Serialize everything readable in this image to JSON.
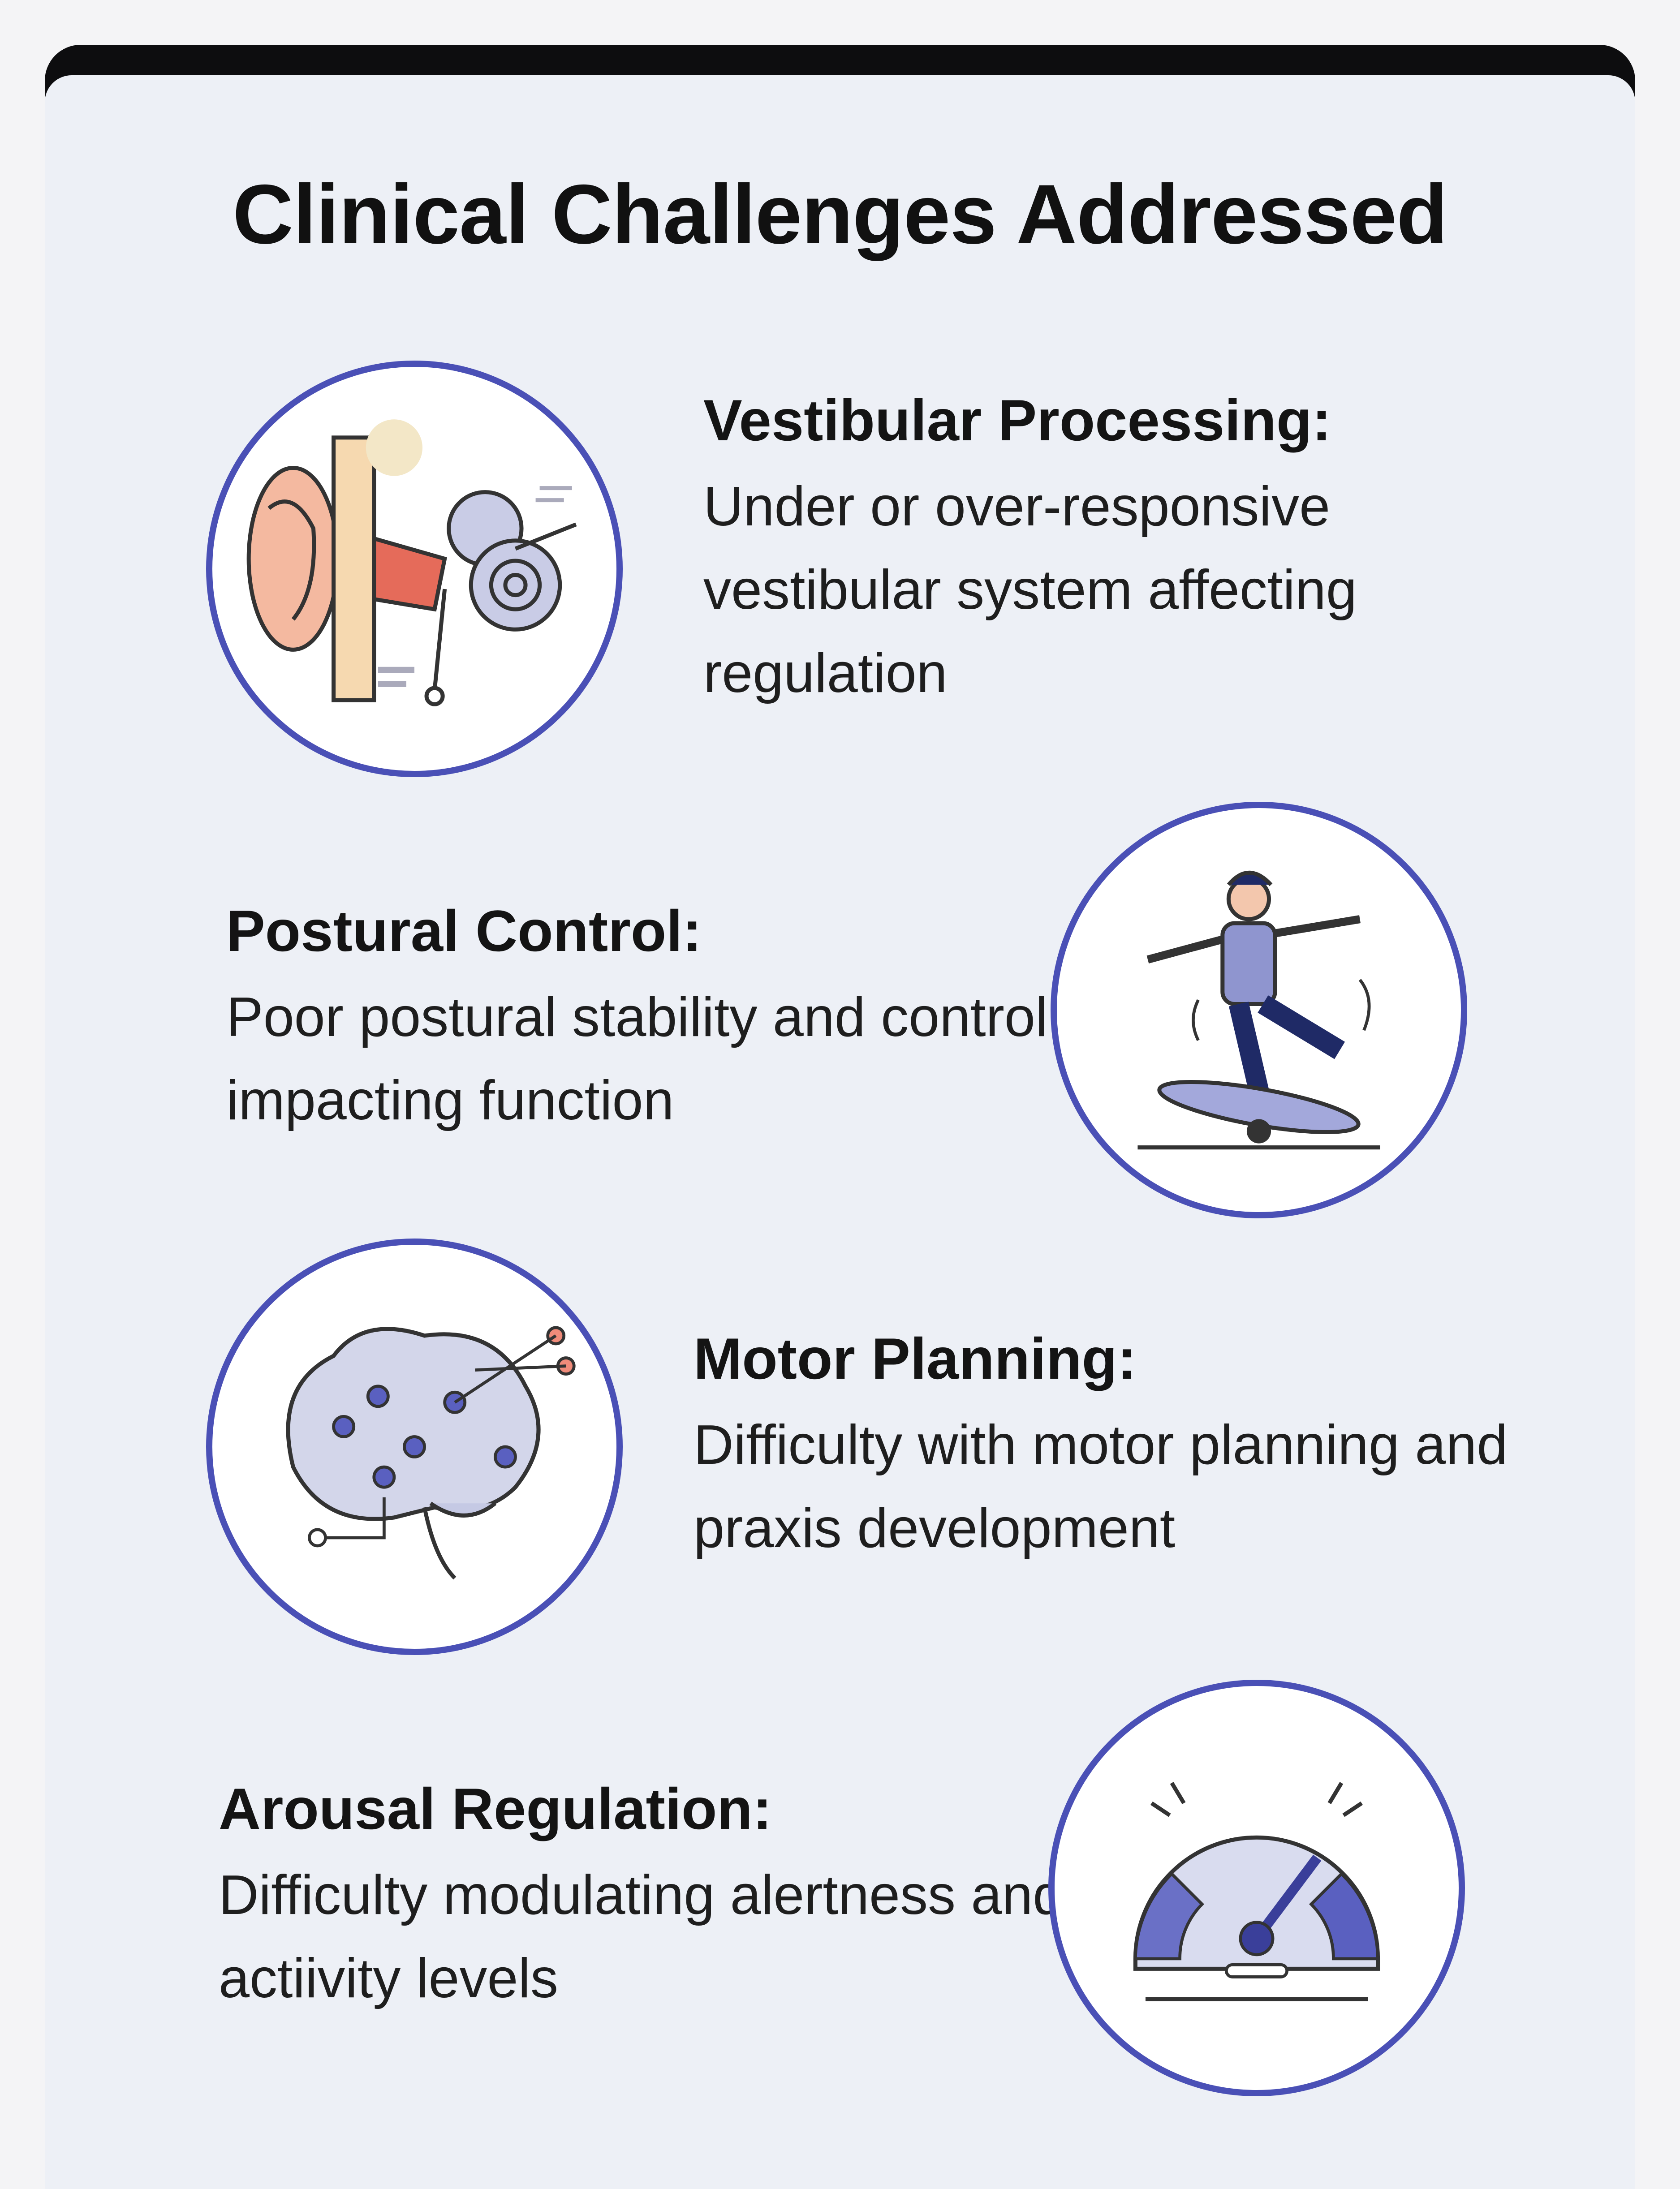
{
  "page": {
    "title": "Clinical Challenges Addressed"
  },
  "colors": {
    "accent": "#4a50b6",
    "background": "#edf0f6",
    "header_bar": "#0d0d0f"
  },
  "challenges": [
    {
      "title": "Vestibular Processing:",
      "description": "Under or over-responsive vestibular system affecting regulation",
      "icon": "inner-ear-icon"
    },
    {
      "title": "Postural Control:",
      "description": "Poor postural stability and control impacting function",
      "icon": "balance-board-icon"
    },
    {
      "title": "Motor Planning:",
      "description": "Difficulty with motor planning and praxis development",
      "icon": "brain-network-icon"
    },
    {
      "title": "Arousal Regulation:",
      "description": "Difficulty modulating alertness and actiivity levels",
      "icon": "gauge-icon"
    }
  ]
}
